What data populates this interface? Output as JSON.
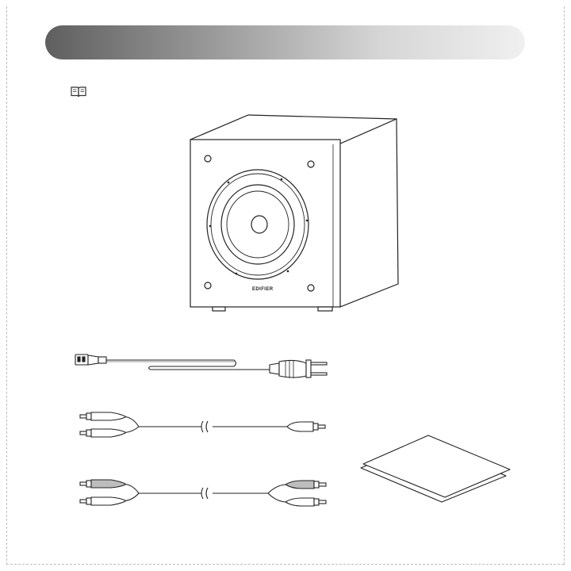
{
  "header": {
    "title": ""
  },
  "icons": {
    "manual": "open-book-icon"
  },
  "subwoofer": {
    "brand": "EDIFIER"
  },
  "items": [
    "subwoofer",
    "power-cord",
    "rca-cable-single",
    "rca-cable-dual",
    "documentation"
  ]
}
